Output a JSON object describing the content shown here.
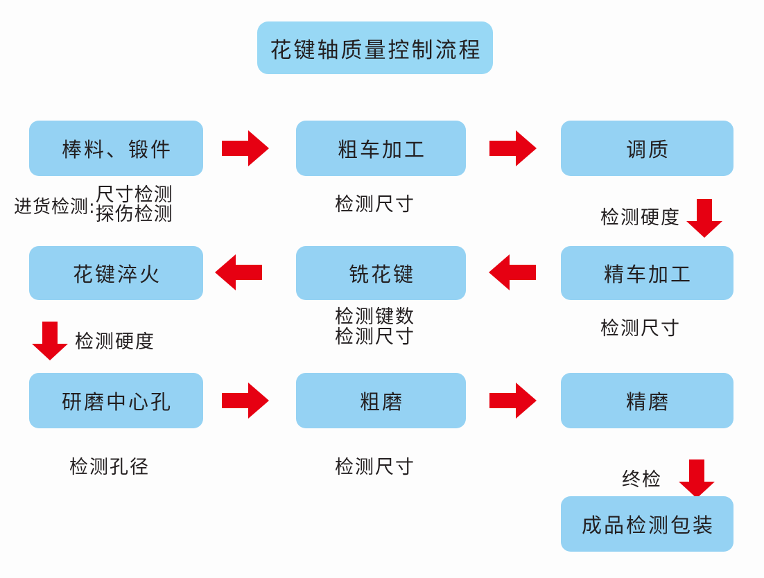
{
  "diagram": {
    "title": "花键轴质量控制流程",
    "accent_box_color": "#95d2f3",
    "arrow_color": "#e60012",
    "text_color": "#231f20",
    "background_color": "#fdfdfd"
  },
  "rows": {
    "row1": {
      "box1": "棒料、锻件",
      "box2": "粗车加工",
      "box3": "调质",
      "caption1_label": "进货检测:",
      "caption1_line1": "尺寸检测",
      "caption1_line2": "探伤检测",
      "caption2": "检测尺寸",
      "caption3": "检测硬度",
      "arrow1": "arrow-right-icon",
      "arrow2": "arrow-right-icon",
      "arrow3": "arrow-down-icon"
    },
    "row2": {
      "box1": "花键淬火",
      "box2": "铣花键",
      "box3": "精车加工",
      "caption1": "检测硬度",
      "caption2_line1": "检测键数",
      "caption2_line2": "检测尺寸",
      "caption3": "检测尺寸",
      "arrow1": "arrow-left-icon",
      "arrow2": "arrow-left-icon",
      "arrow3": "arrow-down-icon"
    },
    "row3": {
      "box1": "研磨中心孔",
      "box2": "粗磨",
      "box3": "精磨",
      "caption1": "检测孔径",
      "caption2": "检测尺寸",
      "caption3": "终检",
      "arrow1": "arrow-right-icon",
      "arrow2": "arrow-right-icon",
      "arrow3": "arrow-down-icon"
    },
    "row4": {
      "box1": "成品检测包装"
    }
  }
}
